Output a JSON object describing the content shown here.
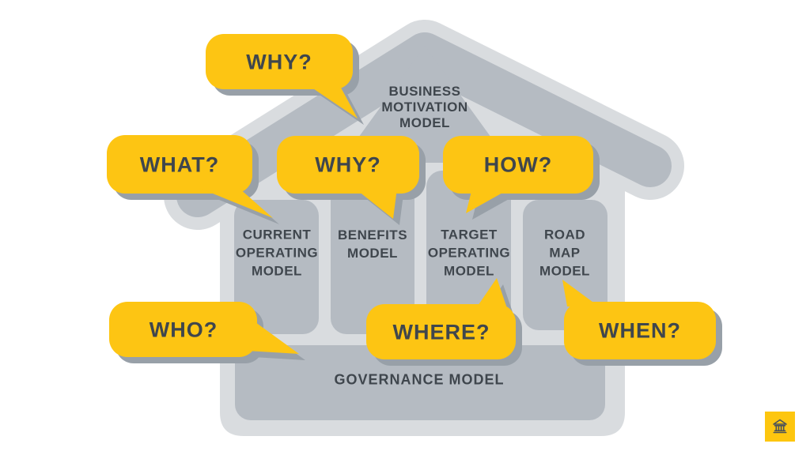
{
  "colors": {
    "background": "#ffffff",
    "bubble_yellow": "#fdc513",
    "bubble_shadow_gray": "#98a0a8",
    "house_medium_gray": "#b5bbc2",
    "house_light_gray": "#d9dcdf",
    "dark_text": "#3f464d",
    "icon_stroke": "#4a525a"
  },
  "bubbles": [
    {
      "id": "why-top",
      "label": "WHY?"
    },
    {
      "id": "what",
      "label": "WHAT?"
    },
    {
      "id": "why-center",
      "label": "WHY?"
    },
    {
      "id": "how",
      "label": "HOW?"
    },
    {
      "id": "who",
      "label": "WHO?"
    },
    {
      "id": "where",
      "label": "WHERE?"
    },
    {
      "id": "when",
      "label": "WHEN?"
    }
  ],
  "house": {
    "roof_model": {
      "lines": [
        "BUSINESS",
        "MOTIVATION",
        "MODEL"
      ]
    },
    "pillars": [
      {
        "lines": [
          "CURRENT",
          "OPERATING",
          "MODEL"
        ]
      },
      {
        "lines": [
          "BENEFITS",
          "MODEL"
        ]
      },
      {
        "lines": [
          "TARGET",
          "OPERATING",
          "MODEL"
        ]
      },
      {
        "lines": [
          "ROAD",
          "MAP",
          "MODEL"
        ]
      }
    ],
    "base_model": {
      "label": "GOVERNANCE MODEL"
    }
  },
  "corner_icon": {
    "name": "bank-icon"
  }
}
